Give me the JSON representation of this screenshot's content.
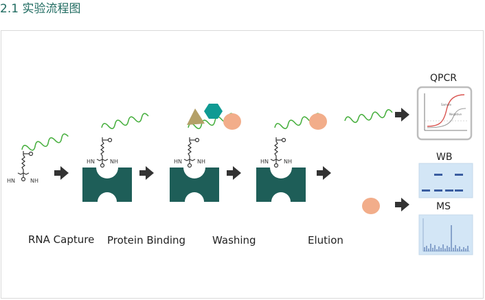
{
  "heading": "2.1 实验流程图",
  "steps": {
    "rna_capture": "RNA Capture",
    "protein_binding": "Protein Binding",
    "washing": "Washing",
    "elution": "Elution"
  },
  "results": {
    "qpcr": "QPCR",
    "wb": "WB",
    "ms": "MS"
  },
  "chem": {
    "hn": "HN",
    "nh": "NH"
  },
  "qpcr_plot": {
    "label_sample": "Sample",
    "label_ctrl": "Negative"
  },
  "colors": {
    "heading": "#1f6b60",
    "bead": "#1e5e58",
    "rna": "#49b040",
    "protein_pink": "#f2ad8a",
    "protein_teal": "#0f9a93",
    "protein_olive": "#b4a068",
    "arrow": "#333333",
    "plot_bg": "#d3e6f6"
  }
}
